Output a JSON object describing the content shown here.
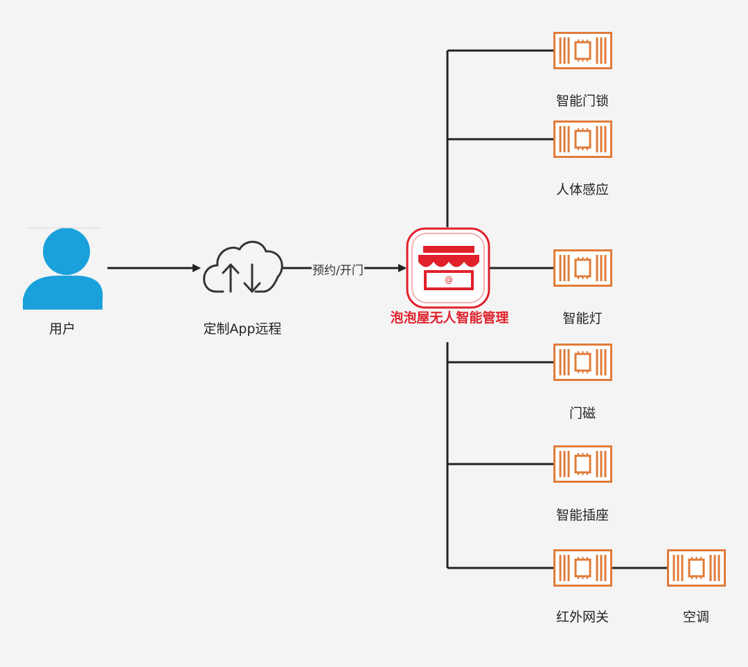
{
  "nodes": {
    "user": {
      "label": "用户"
    },
    "cloud": {
      "label": "定制App远程"
    },
    "hub": {
      "label": "泡泡屋无人智能管理"
    }
  },
  "edges": {
    "cloud_to_hub": {
      "label": "预约/开门"
    }
  },
  "devices": [
    {
      "label": "智能门锁"
    },
    {
      "label": "人体感应"
    },
    {
      "label": "智能灯"
    },
    {
      "label": "门磁"
    },
    {
      "label": "智能插座"
    },
    {
      "label": "红外网关"
    }
  ],
  "downstream": {
    "label": "空调"
  },
  "colors": {
    "user_blue": "#1aa1db",
    "device_orange": "#e07b39",
    "hub_red": "#e0202a",
    "line": "#222222"
  }
}
